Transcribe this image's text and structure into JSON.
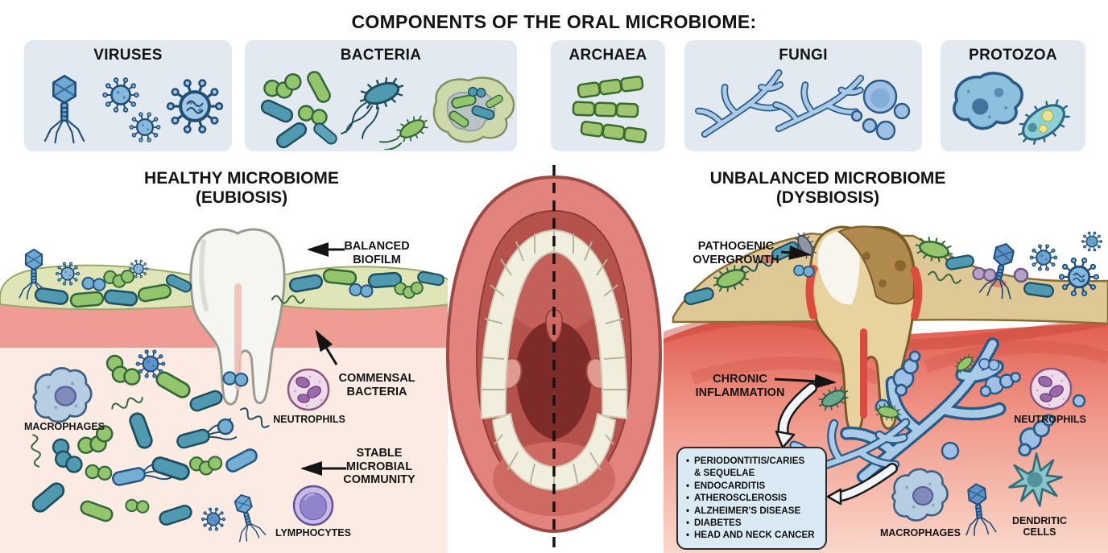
{
  "title": "COMPONENTS OF THE ORAL MICROBIOME:",
  "components": [
    {
      "label": "VIRUSES",
      "icons": [
        "bacteriophage-icon",
        "spiky-virus-icon",
        "enveloped-virus-icon"
      ]
    },
    {
      "label": "BACTERIA",
      "icons": [
        "cocci-rods-cluster-icon",
        "flagellated-bacterium-icon",
        "bacterial-colony-icon"
      ]
    },
    {
      "label": "ARCHAEA",
      "icons": [
        "segmented-rod-chains-icon"
      ]
    },
    {
      "label": "FUNGI",
      "icons": [
        "hyphae-icon",
        "hyphae-icon",
        "budding-yeast-icon"
      ]
    },
    {
      "label": "PROTOZOA",
      "icons": [
        "amoeba-icon",
        "ciliate-icon"
      ]
    }
  ],
  "healthy": {
    "heading": "HEALTHY MICROBIOME\n(EUBIOSIS)",
    "callouts": {
      "balanced_biofilm": "BALANCED\nBIOFILM",
      "commensal_bacteria": "COMMENSAL\nBACTERIA",
      "stable_microbial_community": "STABLE\nMICROBIAL\nCOMMUNITY"
    },
    "cells": {
      "macrophages": "MACROPHAGES",
      "neutrophils": "NEUTROPHILS",
      "lymphocytes": "LYMPHOCYTES"
    }
  },
  "unbalanced": {
    "heading": "UNBALANCED MICROBIOME\n(DYSBIOSIS)",
    "callouts": {
      "pathogenic_overgrowth": "PATHOGENIC\nOVERGROWTH",
      "chronic_inflammation": "CHRONIC\nINFLAMMATION"
    },
    "diseases": [
      "PERIODONTITIS/CARIES\n& SEQUELAE",
      "ENDOCARDITIS",
      "ATHEROSCLEROSIS",
      "ALZHEIMER'S DISEASE",
      "DIABETES",
      "HEAD AND NECK CANCER"
    ],
    "cells": {
      "neutrophils": "NEUTROPHILS",
      "macrophages": "MACROPHAGES",
      "dendritic_cells": "DENDRITIC\nCELLS"
    }
  },
  "colors": {
    "component_box_bg": "#e3e9f0",
    "healthy_tissue": "#fce9e2",
    "inflamed_red": "#df5a4e",
    "disease_box_bg": "#d9eaf5",
    "biofilm_green": "#dfe5b6",
    "plaque_tan": "#ddc896"
  }
}
